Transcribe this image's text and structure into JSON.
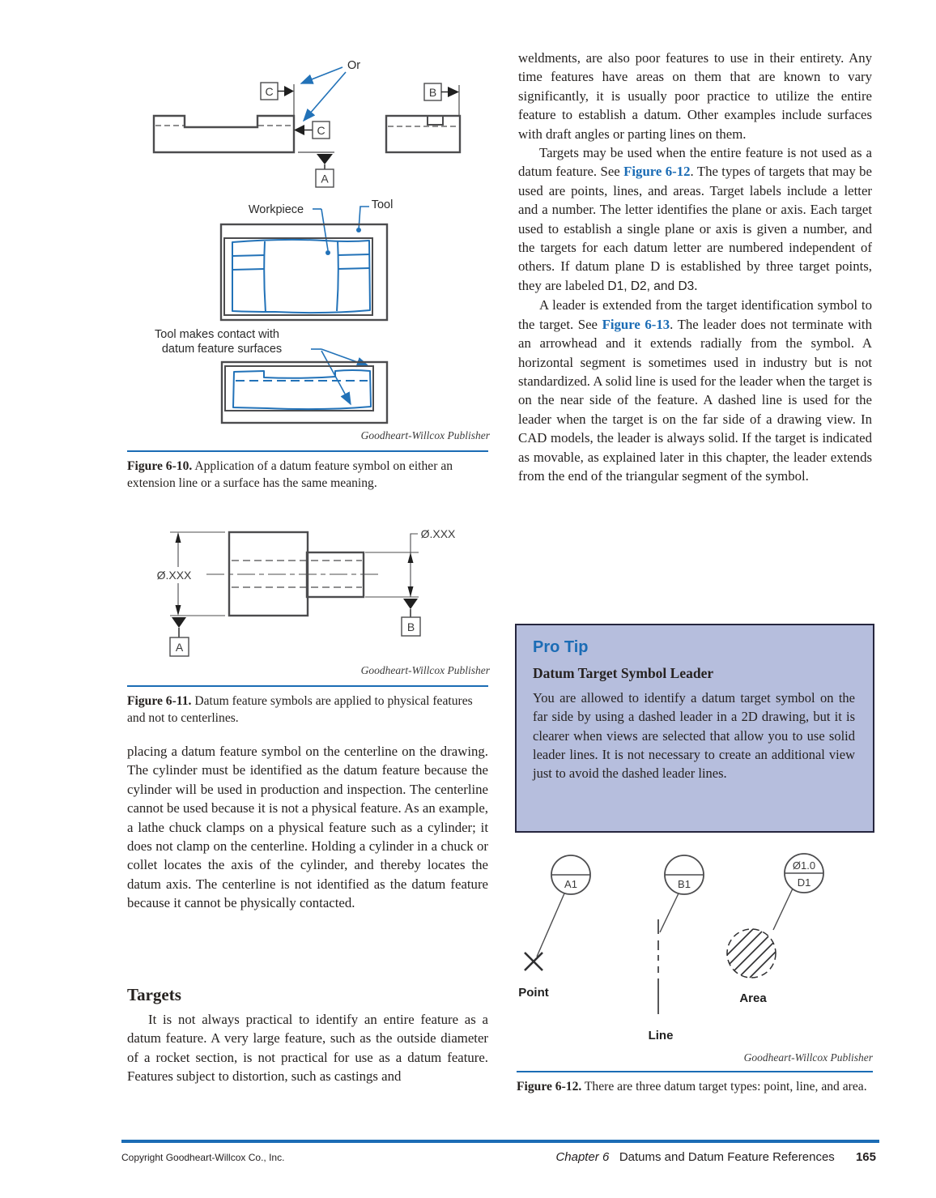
{
  "page": {
    "publisher_credit": "Goodheart-Willcox Publisher",
    "footer": {
      "copyright": "Copyright Goodheart-Willcox Co., Inc.",
      "chapter": "Chapter 6",
      "chapter_title": "Datums and Datum Feature References",
      "page_number": "165"
    },
    "colors": {
      "accent_blue": "#1b6cb5",
      "drawing_blue": "#2272b8",
      "protip_bg": "#b6bedd",
      "protip_border": "#26263e"
    }
  },
  "left_column": {
    "fig10": {
      "labels": {
        "or": "Or",
        "c": "C",
        "a": "A",
        "b": "B",
        "workpiece": "Workpiece",
        "tool": "Tool",
        "contact1": "Tool makes contact with",
        "contact2": "datum feature surfaces"
      },
      "caption_label": "Figure 6-10.",
      "caption_text": "Application of a datum feature symbol on either an extension line or a surface has the same meaning."
    },
    "fig11": {
      "labels": {
        "dia": "Ø.XXX",
        "a": "A",
        "b": "B"
      },
      "caption_label": "Figure 6-11.",
      "caption_text": "Datum feature symbols are applied to physical features and not to centerlines."
    },
    "para_continuation": "placing a datum feature symbol on the centerline on the drawing. The cylinder must be identified as the datum feature because the cylinder will be used in production and inspection. The centerline cannot be used because it is not a physical feature. As an example, a lathe chuck clamps on a physical feature such as a cylinder; it does not clamp on the centerline. Holding a cylinder in a chuck or collet locates the axis of the cylinder, and thereby locates the datum axis. The centerline is not identified as the datum feature because it cannot be physically contacted.",
    "targets_heading": "Targets",
    "para_targets": "It is not always practical to identify an entire feature as a datum feature. A very large feature, such as the outside diameter of a rocket section, is not practical for use as a datum feature. Features subject to distortion, such as castings and"
  },
  "right_column": {
    "para1": "weldments, are also poor features to use in their entirety. Any time features have areas on them that are known to vary significantly, it is usually poor practice to utilize the entire feature to establish a datum. Other examples include surfaces with draft angles or parting lines on them.",
    "para2": {
      "pre": "Targets may be used when the entire feature is not used as a datum feature. See ",
      "ref": "Figure 6-12",
      "mid": ". The types of targets that may be used are points, lines, and areas. Target labels include a letter and a number. The letter identifies the plane or axis. Each target used to establish a single plane or axis is given a number, and the targets for each datum letter are numbered independent of others. If datum plane D is established by three target points, they are labeled ",
      "labels": "D1, D2, and D3",
      "end": "."
    },
    "para3": {
      "pre": "A leader is extended from the target identification symbol to the target. See ",
      "ref": "Figure 6-13",
      "end": ". The leader does not terminate with an arrowhead and it extends radially from the symbol. A horizontal segment is sometimes used in industry but is not standardized. A solid line is used for the leader when the target is on the near side of the feature. A dashed line is used for the leader when the target is on the far side of a drawing view. In CAD models, the leader is always solid. If the target is indicated as movable, as explained later in this chapter, the leader extends from the end of the triangular segment of the symbol."
    },
    "protip": {
      "title": "Pro Tip",
      "subtitle": "Datum Target Symbol Leader",
      "body": "You are allowed to identify a datum target symbol on the far side by using a dashed leader in a 2D drawing, but it is clearer when views are selected that allow you to use solid leader lines. It is not necessary to create an additional view just to avoid the dashed leader lines."
    },
    "fig12": {
      "labels": {
        "a1": "A1",
        "b1": "B1",
        "d1": "D1",
        "dia": "Ø1.0",
        "point": "Point",
        "line": "Line",
        "area": "Area"
      },
      "caption_label": "Figure 6-12.",
      "caption_text": "There are three datum target types: point, line, and area."
    }
  }
}
